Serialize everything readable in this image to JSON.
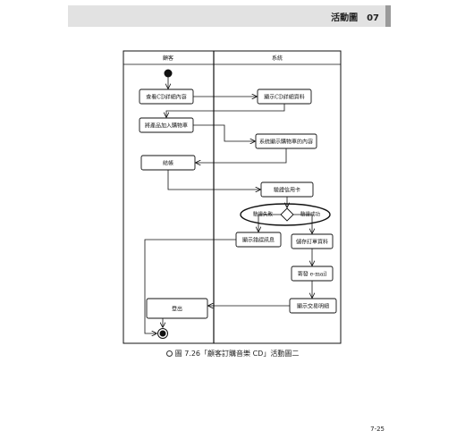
{
  "header": {
    "chapter_title": "活動圖　07"
  },
  "diagram": {
    "lanes": {
      "customer": "顧客",
      "system": "系統"
    },
    "activities": {
      "view_cd_details": "查看CD詳細內容",
      "show_cd_details": "顯示CD詳細資料",
      "add_to_cart": "將產品加入購物車",
      "show_cart_contents": "系統顯示購物車的內容",
      "checkout": "結帳",
      "verify_credit_card": "驗證信用卡",
      "show_error_message": "顯示錯誤訊息",
      "save_order": "儲存訂單資料",
      "send_email": "寄發 e-mail",
      "show_transaction_note": "顯示交易明細",
      "logout": "登出"
    },
    "guards": {
      "failed": "驗證失敗",
      "succeeded": "驗證成功"
    }
  },
  "caption": {
    "text": "圖 7.26「顧客訂購音樂 CD」活動圖二"
  },
  "page_number": "7-25"
}
